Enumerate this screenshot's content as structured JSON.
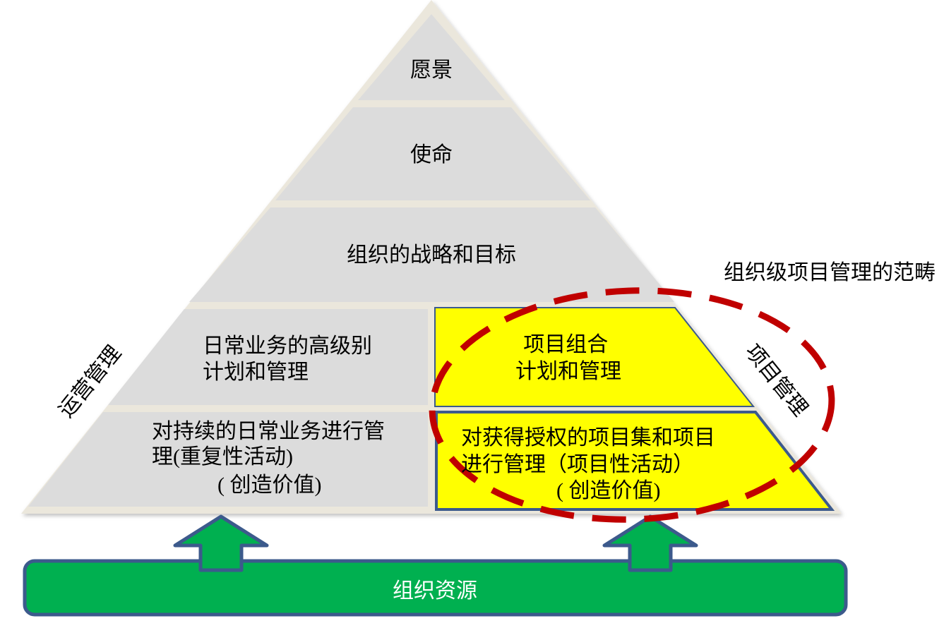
{
  "diagram": {
    "pyramid": {
      "vision": "愿景",
      "mission": "使命",
      "strategy": "组织的战略和目标",
      "ops_planning": [
        "日常业务的高级别",
        "计划和管理"
      ],
      "ops_management": [
        "对持续的日常业务进行管",
        "理(重复性活动)",
        "( 创造价值)"
      ],
      "portfolio": [
        "项目组合",
        "计划和管理"
      ],
      "project_management": [
        "对获得授权的项目集和项目",
        "进行管理（项目性活动）",
        "( 创造价值)"
      ]
    },
    "side_labels": {
      "operations": "运营管理",
      "projects": "项目管理"
    },
    "scope_label": "组织级项目管理的范畴",
    "foundation": "组织资源",
    "colors": {
      "pyramid_gray": "#dcdcdc",
      "pyramid_border": "#ebe7dc",
      "project_yellow": "#ffff00",
      "project_border": "#3c5a8c",
      "foundation_green": "#00b050",
      "foundation_border": "#3c5a8c",
      "dashed_ellipse": "#c00000"
    }
  }
}
